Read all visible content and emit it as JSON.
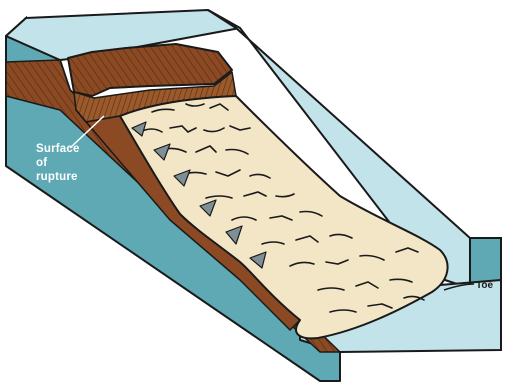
{
  "labels": {
    "rupture_line1": "Surface",
    "rupture_line2": "of",
    "rupture_line3": "rupture",
    "toe": "Toe"
  },
  "colors": {
    "water_side": "#5fa9b5",
    "water_top": "#c2e3ea",
    "soil": "#8b4a24",
    "soil_dark": "#6e3616",
    "slide_mass": "#f3e6c6",
    "outline": "#1a1a1a"
  }
}
